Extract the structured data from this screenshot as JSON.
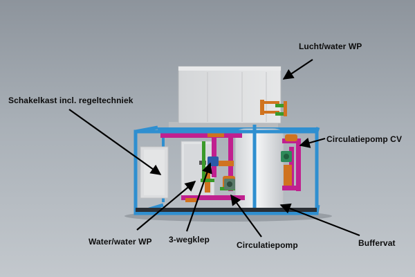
{
  "labels": {
    "lucht_water_wp": "Lucht/water WP",
    "schakelkast": "Schakelkast incl. regeltechniek",
    "circulatiepomp_cv": "Circulatiepomp CV",
    "water_water_wp": "Water/water WP",
    "driewegklep": "3-wegklep",
    "circulatiepomp": "Circulatiepomp",
    "buffervat": "Buffervat"
  },
  "colors": {
    "frame": "#2f8fd0",
    "pipe_magenta": "#c0208f",
    "pipe_orange": "#d0731f",
    "pipe_green": "#3a9a2a",
    "unit_grey": "#d6d8da",
    "arrow": "#000000"
  }
}
